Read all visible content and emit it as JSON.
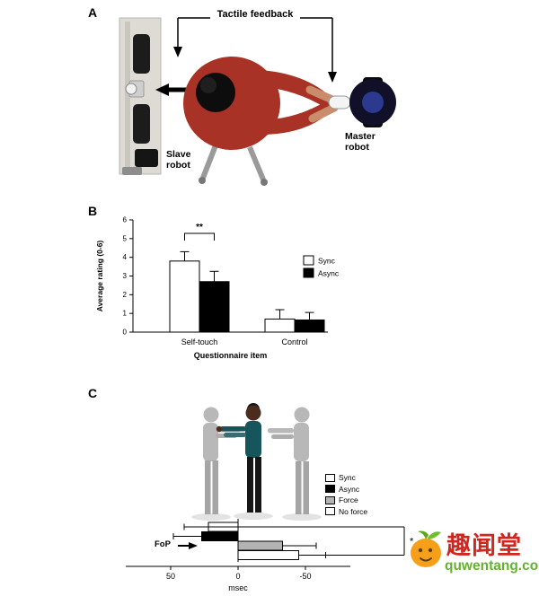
{
  "figure": {
    "panels": {
      "a": {
        "label": "A",
        "tactile_feedback_label": "Tactile feedback",
        "slave_robot_label": "Slave robot",
        "master_robot_label": "Master robot"
      },
      "b": {
        "label": "B"
      },
      "c": {
        "label": "C"
      }
    }
  },
  "watermark": {
    "site_name": "趣闻堂",
    "site_url": "quwentang.com"
  },
  "chart_data": [
    {
      "type": "bar",
      "panel": "B",
      "title": "",
      "categories": [
        "Self-touch",
        "Control"
      ],
      "series": [
        {
          "name": "Sync",
          "color": "#ffffff",
          "values": [
            3.8,
            0.7
          ],
          "errors": [
            0.5,
            0.5
          ]
        },
        {
          "name": "Async",
          "color": "#000000",
          "values": [
            2.7,
            0.65
          ],
          "errors": [
            0.55,
            0.4
          ]
        }
      ],
      "ylabel": "Average rating (0-6)",
      "xlabel": "Questionnaire item",
      "ylim": [
        0,
        6
      ],
      "yticks": [
        0,
        1,
        2,
        3,
        4,
        5,
        6
      ],
      "grid": false,
      "legend_position": "right",
      "significance": {
        "label": "**",
        "group": "Self-touch",
        "between": [
          "Sync",
          "Async"
        ]
      }
    },
    {
      "type": "bar-horizontal",
      "panel": "C",
      "title": "",
      "annotation": "FoP",
      "series": [
        {
          "name": "Sync",
          "color": "#ffffff",
          "value": 22,
          "error": 18
        },
        {
          "name": "Async",
          "color": "#000000",
          "value": 27,
          "error": 21
        },
        {
          "name": "Force",
          "color": "#b3b3b3",
          "value": -33,
          "error": 25
        },
        {
          "name": "No force",
          "color": "#ffffff",
          "value": -45,
          "error": 20
        }
      ],
      "xticks": [
        50,
        0,
        -50
      ],
      "xlabel": "msec",
      "x_axis_reversed": true,
      "legend_position": "right",
      "significance": {
        "label": "*",
        "between": [
          "Sync",
          "No force"
        ]
      }
    }
  ]
}
